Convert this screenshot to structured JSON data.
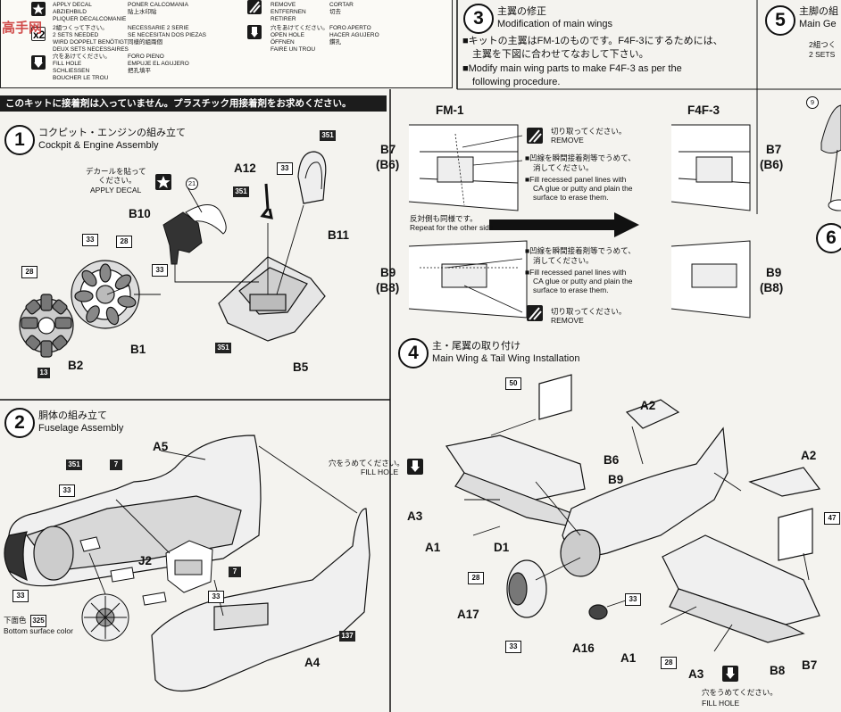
{
  "watermark": "高手网",
  "legend": {
    "left_col": [
      "APPLY DECAL",
      "PONER CALCOMANIA",
      "ABZIEHBILD",
      "貼上水印貼",
      "PLIQUER DECALCOMANIE",
      "2組つくって下さい。",
      "NECESSARIE 2 SERIE",
      "2 SETS NEEDED",
      "SE NECESITAN DOS PIEZAS",
      "WIRD DOPPELT BENÖTIGT",
      "同樣的組兩個",
      "DEUX SETS NECESSAIRES",
      "穴をあけてください。",
      "FORO PIENO",
      "FILL HOLE",
      "EMPUJE EL AGUJERO",
      "SCHLIESSEN",
      "把孔填平",
      "BOUCHER LE TROU"
    ],
    "right_col": [
      "REMOVE",
      "CORTAR",
      "ENTFERNEN",
      "切去",
      "RETIRER",
      "穴をあけてください。",
      "FORO APERTO",
      "OPEN HOLE",
      "HACER AGUJERO",
      "ÖFFNEN",
      "鑽孔",
      "FAIRE UN TROU"
    ]
  },
  "banner": "このキットに接着剤は入っていません。プラスチック用接着剤をお求めください。",
  "step1": {
    "num": "1",
    "title_jp": "コクピット・エンジンの組み立て",
    "title_en": "Cockpit & Engine Assembly"
  },
  "step2": {
    "num": "2",
    "title_jp": "胴体の組み立て",
    "title_en": "Fuselage Assembly"
  },
  "step3": {
    "num": "3",
    "title_jp": "主翼の修正",
    "title_en": "Modification of main wings",
    "line1_jp": "■キットの主翼はFM-1のものです。F4F-3にするためには、",
    "line2_jp": "主翼を下図に合わせてなおして下さい。",
    "line1_en": "■Modify main wing parts to make F4F-3 as per the",
    "line2_en": "following procedure."
  },
  "step4": {
    "num": "4",
    "title_jp": "主・尾翼の取り付け",
    "title_en": "Main Wing & Tail Wing Installation"
  },
  "step5": {
    "num": "5",
    "title_jp": "主脚の組",
    "title_en": "Main Ge",
    "note1": "2組つく",
    "note2": "2 SETS"
  },
  "step6": {
    "num": "6"
  },
  "decal": {
    "jp1": "デカールを貼って",
    "jp2": "ください。",
    "en": "APPLY DECAL"
  },
  "bottom_color": {
    "jp": "下面色",
    "en": "Bottom surface color"
  },
  "fm1": "FM-1",
  "f4f3": "F4F-3",
  "remove_jp": "切り取ってください。",
  "remove_en": "REMOVE",
  "fill_jp1": "■凹線を瞬間接着剤等でうめて、",
  "fill_jp2": "消してください。",
  "fill_en1": "■Fill recessed panel lines with",
  "fill_en2": "CA glue or putty and plain the",
  "fill_en3": "surface to erase them.",
  "other_side_jp": "反対側も同様です。",
  "other_side_en": "Repeat for the other side",
  "fill_hole_jp": "穴をうめてください。",
  "fill_hole_en": "FILL HOLE",
  "parts": {
    "B10": "B10",
    "B11": "B11",
    "A12": "A12",
    "B1": "B1",
    "B2": "B2",
    "B5": "B5",
    "B7": "B7",
    "B6p": "(B6)",
    "B9": "B9",
    "B8p": "(B8)",
    "B7r": "B7",
    "B6r": "(B6)",
    "B9r": "B9",
    "B8r": "(B8)",
    "A5": "A5",
    "J2": "J2",
    "A4": "A4",
    "A2a": "A2",
    "A2b": "A2",
    "B6": "B6",
    "B9b": "B9",
    "A3a": "A3",
    "A1a": "A1",
    "D1": "D1",
    "A17": "A17",
    "A16": "A16",
    "A1b": "A1",
    "A3b": "A3",
    "B8": "B8",
    "B7b": "B7"
  },
  "colors": {
    "c351": "351",
    "c33": "33",
    "c28": "28",
    "c13": "13",
    "c21": "21",
    "c7": "7",
    "c325": "325",
    "c137": "137",
    "c50": "50",
    "c47": "47",
    "c9": "9"
  }
}
